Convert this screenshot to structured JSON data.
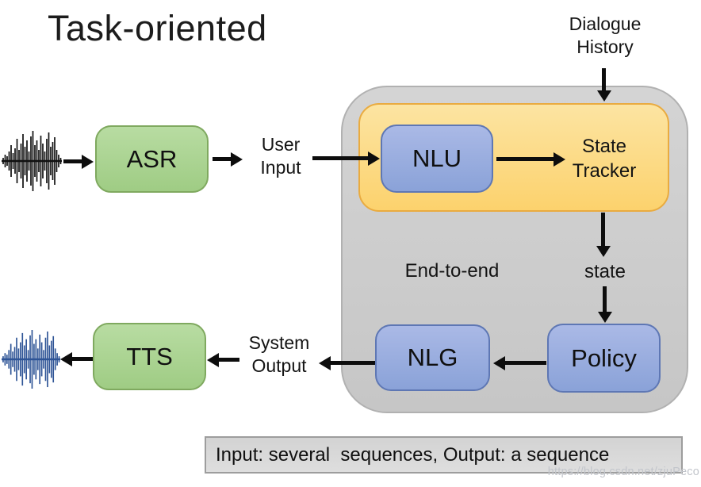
{
  "title": "Task-oriented",
  "nodes": {
    "asr": "ASR",
    "nlu": "NLU",
    "tts": "TTS",
    "nlg": "NLG",
    "policy": "Policy",
    "state_tracker": {
      "line1": "State",
      "line2": "Tracker"
    }
  },
  "annotations": {
    "dialogue_history": {
      "line1": "Dialogue",
      "line2": "History"
    },
    "user_input": {
      "line1": "User",
      "line2": "Input"
    },
    "system_output": {
      "line1": "System",
      "line2": "Output"
    },
    "end_to_end": "End-to-end",
    "state": "state"
  },
  "footer": {
    "text": "Input: several  sequences, Output: a sequence"
  },
  "watermark": "https://blog.csdn.net/zjuPeco",
  "icons": {
    "input_waveform": "audio-waveform-black",
    "output_waveform": "audio-waveform-blue"
  },
  "colors": {
    "container_gray": "#cbcbcb",
    "container_border": "#b1b1b1",
    "orange_fill": "#fcd26d",
    "orange_border": "#e9ab40",
    "green_fill": "#a9d096",
    "green_border": "#7fa95f",
    "blue_fill": "#8fa5da",
    "blue_border": "#5e77b4",
    "arrow": "#0d0d0d",
    "waveform_black": "#111111",
    "waveform_blue": "#2e5496",
    "footer_fill": "#d8d8d8",
    "footer_border": "#9d9d9d",
    "watermark_gray": "#c2c5cb"
  }
}
